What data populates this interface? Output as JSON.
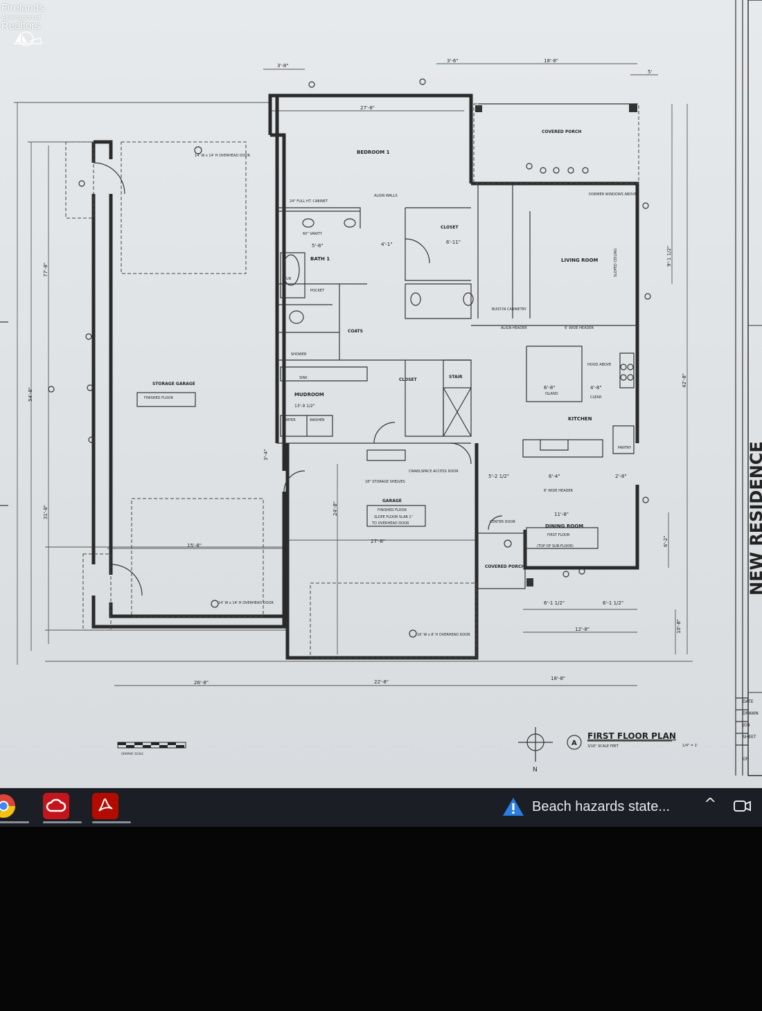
{
  "watermark": {
    "line1": "Firelands",
    "line2": "Association of",
    "line3": "Realtors"
  },
  "title_block": {
    "project": "NEW RESIDENCE",
    "field1": "DATE",
    "field2": "DRAWN",
    "field3": "JOB",
    "field4": "SHEET",
    "field5": "OF"
  },
  "plan": {
    "title": "FIRST FLOOR PLAN",
    "scale_note": "3/16\" SCALE FEET",
    "sheet_ref": "1/4\" = 1'",
    "detail_marker": "A",
    "north": "N",
    "graphic_scale": "GRAPHIC SCALE",
    "rooms": {
      "bedroom": "BEDROOM 1",
      "bath": "BATH 1",
      "closet": "CLOSET",
      "closet2": "CLOSET",
      "coats": "COATS",
      "mudroom": "MUDROOM",
      "mudroom_dim": "13'-9 1/2\"",
      "living": "LIVING ROOM",
      "kitchen": "KITCHEN",
      "dining": "DINING ROOM",
      "dining_note1": "FIRST FLOOR",
      "dining_note2": "(TOP OF SUB-FLOOR)",
      "covered_porch_top": "COVERED PORCH",
      "covered_porch_bottom": "COVERED PORCH",
      "center_door": "CENTER DOOR",
      "stair": "STAIR",
      "storage_garage": "STORAGE GARAGE",
      "storage_floor": "FINISHED FLOOR",
      "garage": "GARAGE",
      "garage_note1": "FINISHED FLOOR",
      "garage_note2": "SLOPE FLOOR SLAB 1\"",
      "garage_note3": "TO OVERHEAD DOOR",
      "crawlspace": "CRAWLSPACE ACCESS DOOR",
      "storage_shelves": "18\" STORAGE SHELVES",
      "dryer": "DRYER",
      "washer": "WASHER",
      "built_in": "BUILT-IN CABINETRY",
      "hood": "HOOD ABOVE",
      "island": "ISLAND",
      "clear": "CLEAR",
      "door_top": "14' W x 14' H OVERHEAD DOOR",
      "door_left_bottom": "14' W x 14' H OVERHEAD DOOR",
      "door_garage": "16' W x 8' H OVERHEAD DOOR",
      "header1": "6' WIDE HEADER",
      "header2": "8' WIDE HEADER",
      "align_header": "ALIGN HEADER",
      "align_walls": "ALIGN WALLS",
      "vanity": "60\" VANITY",
      "tub": "TUB",
      "pocket": "POCKET",
      "full_ht_cabinet": "24\" FULL HT. CABINET",
      "sloped_ceiling": "SLOPED CEILING",
      "dormer": "DORMER WINDOWS ABOVE",
      "shower": "SHOWER",
      "sink": "SINK",
      "pantry": "PANTRY"
    },
    "dims": {
      "top_left": "3'-8\"",
      "top_mid": "3'-6\"",
      "top_right": "18'-8\"",
      "top_far": "5'",
      "bed_width": "27'-8\"",
      "left_height": "77'-8\"",
      "left_mid": "54'-8\"",
      "left_low": "31'-8\"",
      "right_total": "42'-8\"",
      "right_mid": "9'-1 1/2\"",
      "right_low": "6'-2\"",
      "right_bottom": "10'-8\"",
      "bottom_left": "26'-8\"",
      "bottom_mid": "22'-8\"",
      "bottom_right": "18'-8\"",
      "garage_width": "27'-8\"",
      "storage_w": "15'-8\"",
      "gw2": "24'-8\"",
      "porch_l": "6'-1 1/2\"",
      "porch_r": "6'-1 1/2\"",
      "porch_total": "12'-8\"",
      "kitchen_d": "5'-2 1/2\"",
      "kitchen_e": "6'-4\"",
      "kitchen_f": "2'-8\"",
      "dining_w": "11'-8\"",
      "island_w": "6'-8\"",
      "island_h": "4'-8\"",
      "closet_w": "6'-11\"",
      "bath_w": "5'-8\"",
      "bath_w2": "4'-1\"",
      "mud_h": "3'-4\""
    }
  },
  "taskbar": {
    "apps": [
      {
        "name": "chrome-icon"
      },
      {
        "name": "creative-cloud-icon"
      },
      {
        "name": "acrobat-icon"
      }
    ],
    "weather_alert": "Beach hazards state...",
    "chevron": "^"
  }
}
